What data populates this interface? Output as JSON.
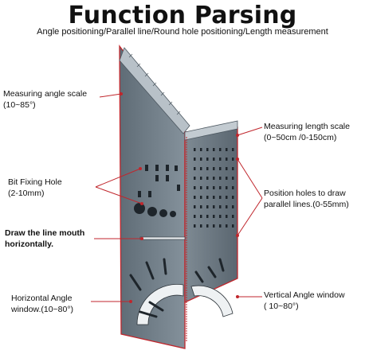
{
  "title": "Function Parsing",
  "subtitle": "Angle positioning/Parallel line/Round hole positioning/Length measurement",
  "labels": {
    "angle_scale": {
      "line1": "Measuring angle scale",
      "line2": "(10~85°)"
    },
    "length_scale": {
      "line1": "Measuring length scale",
      "line2": "(0~50cm /0-150cm)"
    },
    "bit_hole": {
      "line1": "Bit Fixing Hole",
      "line2": "(2-10mm)"
    },
    "parallel_holes": {
      "line1": "Position holes to draw",
      "line2": "parallel lines.(0-55mm)"
    },
    "line_mouth": {
      "line1": "Draw the line mouth",
      "line2": "horizontally."
    },
    "horizontal_window": {
      "line1": "Horizontal Angle",
      "line2": "window.(10~80°)"
    },
    "vertical_window": {
      "line1": "Vertical Angle window",
      "line2": "( 10~80°)"
    }
  },
  "colors": {
    "callout": "#c0262c",
    "tool": "#6f7c86",
    "tool_dark": "#4d5861"
  }
}
